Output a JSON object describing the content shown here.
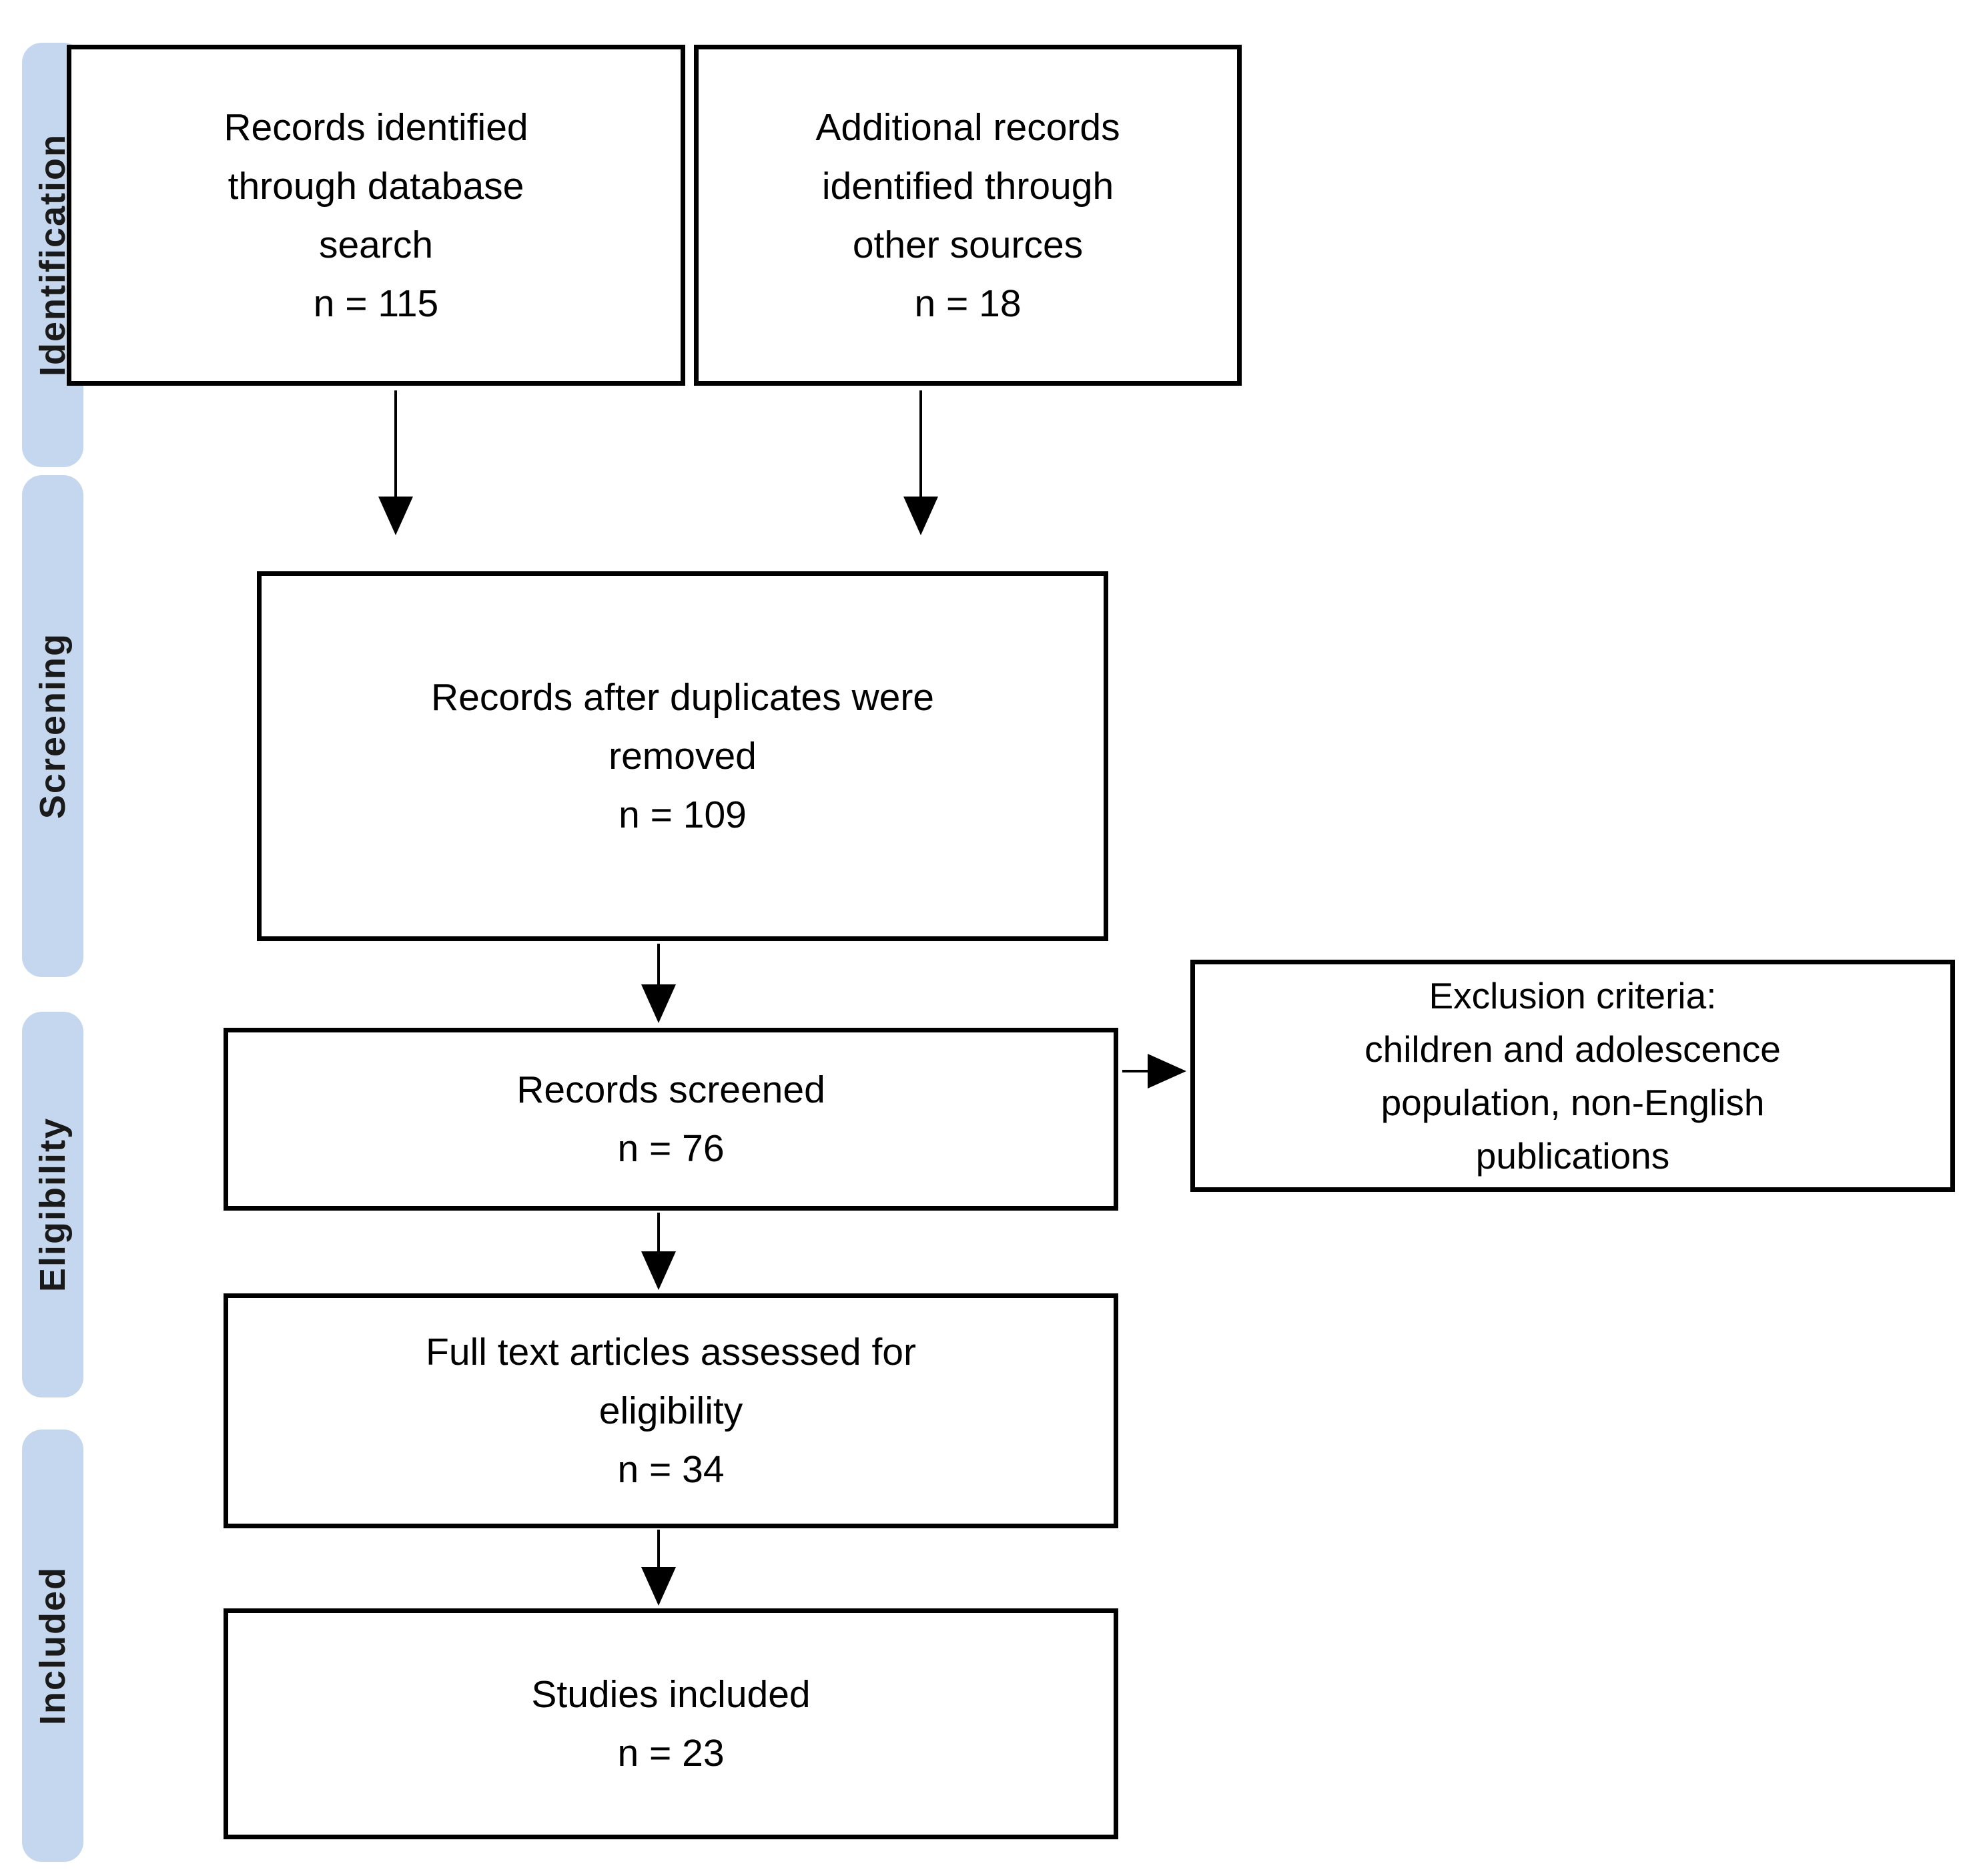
{
  "figure": {
    "kind": "prisma-flow-diagram"
  },
  "stages": [
    {
      "label": "Identification"
    },
    {
      "label": "Screening"
    },
    {
      "label": "Eligibility"
    },
    {
      "label": "Included"
    }
  ],
  "nodes": {
    "records_identified": {
      "lines": [
        "Records identified",
        "through database",
        "search",
        "n = 115"
      ]
    },
    "additional_records": {
      "lines": [
        "Additional records",
        "identified through",
        "other sources",
        "n = 18"
      ]
    },
    "duplicates_removed": {
      "lines": [
        "Records after duplicates were",
        "removed",
        "n = 109"
      ]
    },
    "records_screened": {
      "lines": [
        "Records screened",
        "n = 76"
      ]
    },
    "exclusion_criteria": {
      "lines": [
        "Exclusion criteria:",
        "children and adolescence",
        "population, non-English",
        "publications"
      ]
    },
    "full_text_assessed": {
      "lines": [
        "Full text articles assessed for",
        "eligibility",
        "n = 34"
      ]
    },
    "studies_included": {
      "lines": [
        "Studies included",
        "n = 23"
      ]
    }
  },
  "colors": {
    "stage_fill": "#c4d7ef",
    "box_fill": "#ffffff",
    "box_border": "#000000",
    "arrow": "#000000",
    "text": "#000000"
  }
}
